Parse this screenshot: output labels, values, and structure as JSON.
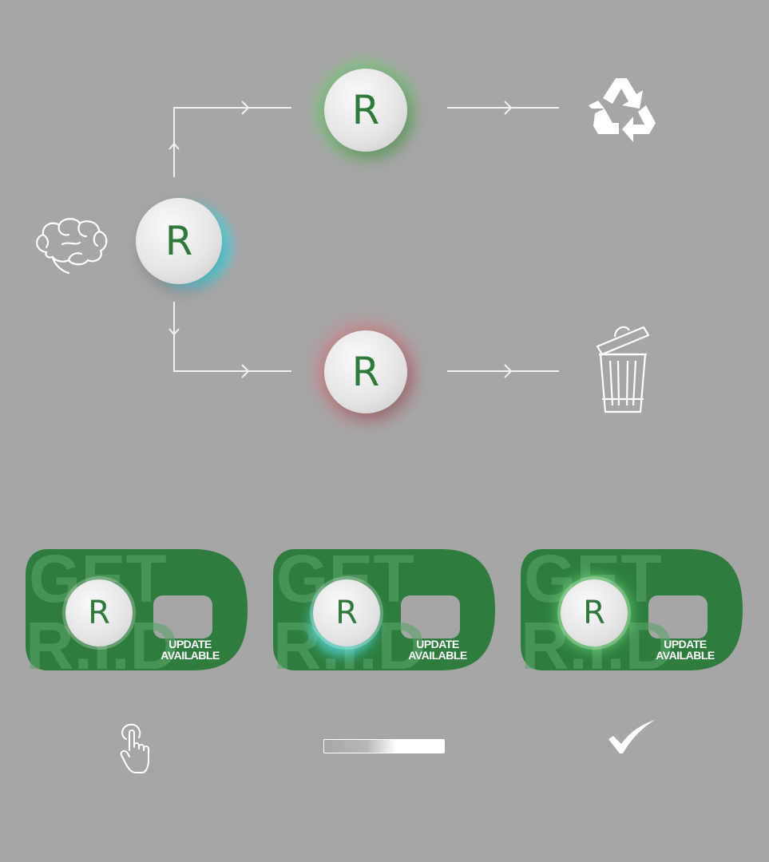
{
  "diagram": {
    "button_glyph": "R",
    "nodes": [
      {
        "id": "start",
        "icon": "brain-icon",
        "glow": "cyan"
      },
      {
        "id": "recycle-branch",
        "icon": "recycle-icon",
        "glow": "green"
      },
      {
        "id": "trash-branch",
        "icon": "trash-can-icon",
        "glow": "red"
      }
    ],
    "colors": {
      "glow_green": "#5adc5a",
      "glow_red": "#e66e6e",
      "glow_cyan": "#5ae6f0",
      "card_green": "#2e7d3f"
    }
  },
  "cards": [
    {
      "bg_text_top": "GET",
      "bg_text_bottom": "R.I.D",
      "status": "UPDATE\nAVAILABLE",
      "button_glyph": "R",
      "glow": "none"
    },
    {
      "bg_text_top": "GET",
      "bg_text_bottom": "R.I.D",
      "status": "UPDATE\nAVAILABLE",
      "button_glyph": "R",
      "glow": "cyan"
    },
    {
      "bg_text_top": "GET",
      "bg_text_bottom": "R.I.D",
      "status": "UPDATE\nAVAILABLE",
      "button_glyph": "R",
      "glow": "green"
    }
  ],
  "steps": [
    {
      "icon": "hand-tap-icon"
    },
    {
      "icon": "progress-bar-icon",
      "progress": 0.6
    },
    {
      "icon": "checkmark-icon"
    }
  ]
}
